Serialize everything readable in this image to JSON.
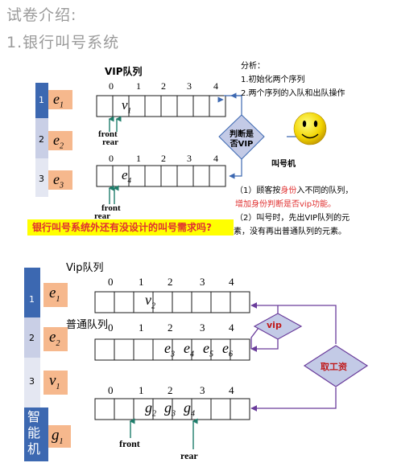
{
  "header": {
    "title": "试卷介绍:",
    "subtitle": "1.银行叫号系统"
  },
  "diagram1": {
    "vip_label": "VIP队列",
    "indices": [
      "0",
      "1",
      "2",
      "3",
      "4"
    ],
    "side_numbers": [
      "1",
      "2",
      "3"
    ],
    "row1_cell": "v",
    "row1_cell_sub": "1",
    "row3_cell": "e",
    "row3_cell_sub": "4",
    "side_e1": "e",
    "side_e1_sub": "1",
    "side_e2": "e",
    "side_e2_sub": "2",
    "side_e3": "e",
    "side_e3_sub": "3",
    "front": "front",
    "rear": "rear",
    "diamond_line1": "判断是",
    "diamond_line2": "否VIP",
    "caller": "叫号机",
    "analysis_title": "分析：",
    "analysis_1": "1.初始化两个序列",
    "analysis_2": "2.两个序列的入队和出队操作",
    "banner": "银行叫号系统外还有没设计的叫号需求吗?",
    "note1_a": "（1）顾客按",
    "note1_b": "身份",
    "note1_c": "入不同的队列，",
    "note2": "增加身份判断是否vip功能。",
    "note3": "（2）叫号时，先出VIP队列的元",
    "note4": "素，没有再出普通队列的元素。"
  },
  "diagram2": {
    "vip_label": "Vip队列",
    "normal_label": "普通队列",
    "indices": [
      "0",
      "1",
      "2",
      "3",
      "4"
    ],
    "side_numbers": [
      "1",
      "2",
      "3"
    ],
    "smart_label": [
      "智",
      "能",
      "机"
    ],
    "side_e1": "e",
    "side_e1_sub": "1",
    "side_e2": "e",
    "side_e2_sub": "2",
    "side_v1": "v",
    "side_v1_sub": "1",
    "side_g1": "g",
    "side_g1_sub": "1",
    "row1": [
      {
        "t": "v",
        "s": "2"
      }
    ],
    "row2": [
      {
        "t": "e",
        "s": "3"
      },
      {
        "t": "e",
        "s": "4"
      },
      {
        "t": "e",
        "s": "5"
      },
      {
        "t": "e",
        "s": "6"
      }
    ],
    "row3": [
      {
        "t": "g",
        "s": "2"
      },
      {
        "t": "g",
        "s": "3"
      },
      {
        "t": "g",
        "s": "4"
      }
    ],
    "diamond_vip": "vip",
    "diamond_work": "取工资",
    "front": "front",
    "rear": "rear"
  },
  "colors": {
    "blue_dark": "#3c68b1",
    "blue_light": "#c9cfe6",
    "orange": "#f6b88d",
    "diamond_fill": "#c3cae6",
    "purple_line": "#6a3c9b",
    "teal_arrow": "#1f7d6b",
    "banner_bg": "#ffff00",
    "banner_text": "#e03030"
  }
}
